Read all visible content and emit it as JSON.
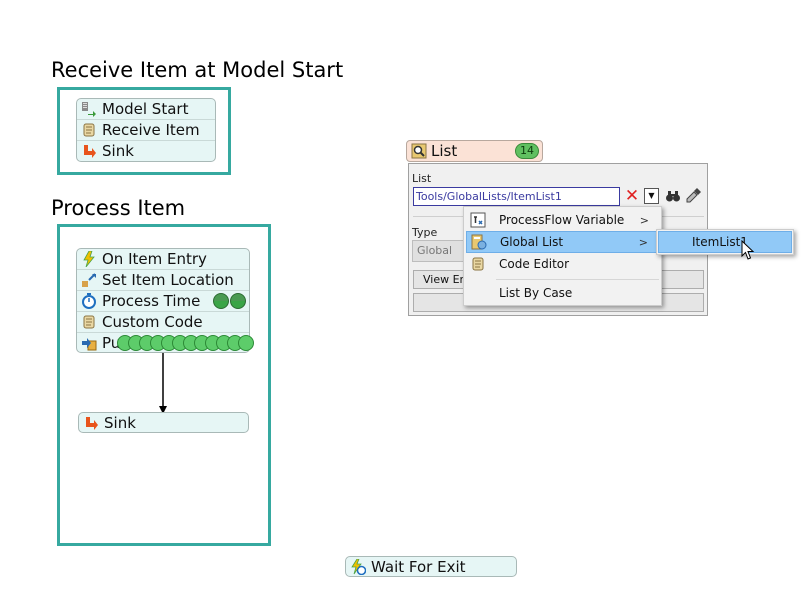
{
  "sections": {
    "receive": {
      "title": "Receive Item at Model Start",
      "rows": [
        {
          "label": "Model Start",
          "icon": "model-start-icon"
        },
        {
          "label": "Receive Item",
          "icon": "script-icon"
        },
        {
          "label": "Sink",
          "icon": "sink-icon"
        }
      ]
    },
    "process": {
      "title": "Process Item",
      "rows": [
        {
          "label": "On Item Entry",
          "icon": "lightning-icon"
        },
        {
          "label": "Set Item Location",
          "icon": "location-icon"
        },
        {
          "label": "Process Time",
          "icon": "stopwatch-icon"
        },
        {
          "label": "Custom Code",
          "icon": "script-icon"
        },
        {
          "label": "Pu",
          "icon": "push-icon"
        }
      ],
      "process_time_tokens": 2,
      "push_tokens": 12,
      "sink_label": "Sink"
    },
    "wait_for_exit": {
      "label": "Wait For Exit",
      "icon": "wait-icon"
    }
  },
  "list_panel": {
    "title": "List",
    "badge": "14",
    "field_label": "List",
    "list_value": "Tools/GlobalLists/ItemList1",
    "type_label": "Type",
    "type_value": "Global",
    "view_button": "View Ent"
  },
  "context_menu": {
    "items": [
      {
        "label": "ProcessFlow Variable",
        "icon": "variable-icon",
        "has_submenu": true
      },
      {
        "label": "Global List",
        "icon": "global-list-icon",
        "has_submenu": true
      },
      {
        "label": "Code Editor",
        "icon": "script-icon",
        "has_submenu": false
      },
      {
        "label": "List By Case",
        "icon": "",
        "has_submenu": false
      }
    ],
    "submenu_items": [
      {
        "label": "ItemList1"
      }
    ]
  },
  "colors": {
    "container_border": "#36a9a0",
    "block_bg": "#e6f6f5",
    "token_green": "#5dcc6a",
    "highlight": "#91c9f7"
  }
}
